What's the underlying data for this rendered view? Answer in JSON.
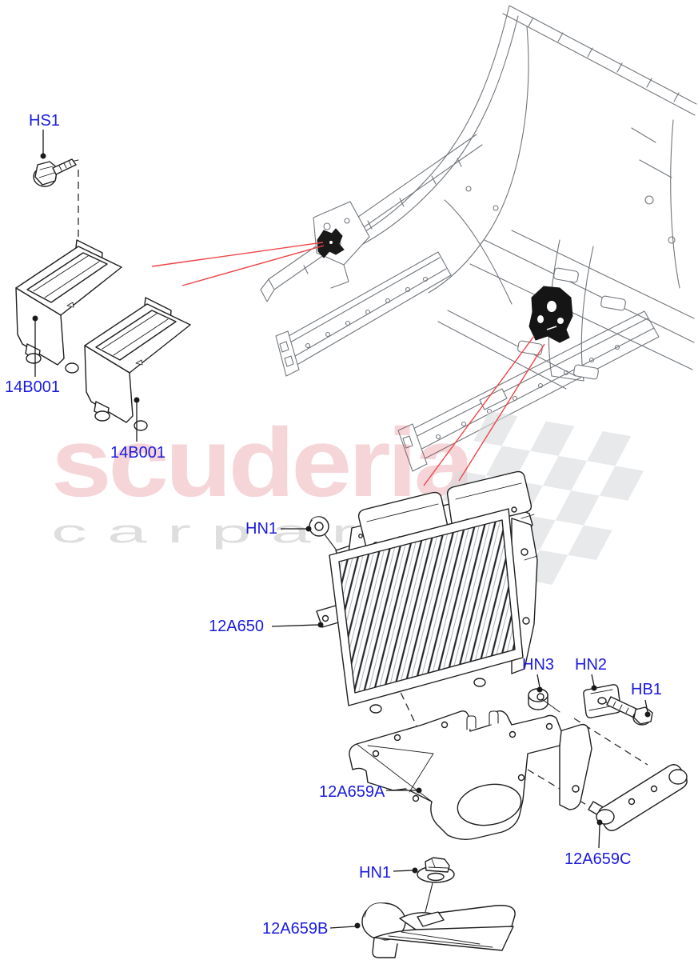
{
  "diagram": {
    "type": "exploded-parts-diagram",
    "subject": "engine-control-module-and-brackets-with-body-location-view",
    "watermark": {
      "brand": "scuderia",
      "tagline": "c a r   p a r t s"
    },
    "colors": {
      "label_blue": "#1b1be0",
      "callout_red": "#ef4448",
      "watermark_pink": "#d4505c",
      "watermark_gray": "#c9c9c9",
      "body_line_art": "#71767c",
      "part_line_art": "#1f1f1f"
    },
    "labels": [
      {
        "id": "hs1",
        "text": "HS1"
      },
      {
        "id": "14b001-left",
        "text": "14B001"
      },
      {
        "id": "14b001-right",
        "text": "14B001"
      },
      {
        "id": "hn1-upper",
        "text": "HN1"
      },
      {
        "id": "12a650",
        "text": "12A650"
      },
      {
        "id": "hn3",
        "text": "HN3"
      },
      {
        "id": "hn2",
        "text": "HN2"
      },
      {
        "id": "hb1",
        "text": "HB1"
      },
      {
        "id": "12a659a",
        "text": "12A659A"
      },
      {
        "id": "12a659c",
        "text": "12A659C"
      },
      {
        "id": "hn1-lower",
        "text": "HN1"
      },
      {
        "id": "12a659b",
        "text": "12A659B"
      }
    ]
  }
}
